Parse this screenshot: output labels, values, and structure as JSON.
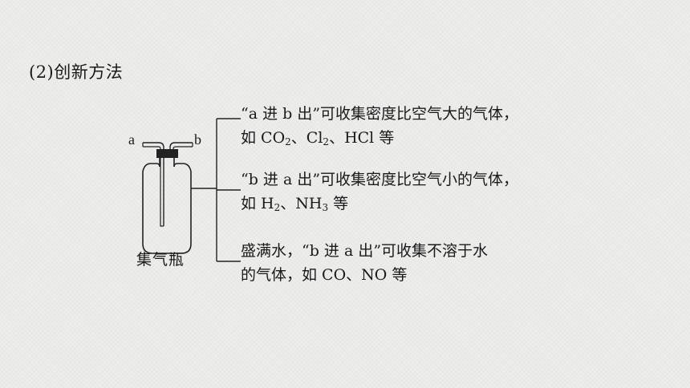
{
  "heading": "(2)创新方法",
  "diagram": {
    "inlet_label": "a",
    "outlet_label": "b",
    "caption": "集气瓶"
  },
  "items": [
    {
      "line1": "“a 进 b 出”可收集密度比空气大的气体，",
      "line2_parts": [
        "如 CO",
        "2",
        "、Cl",
        "2",
        "、HCl 等"
      ]
    },
    {
      "line1": "“b 进 a 出”可收集密度比空气小的气体，",
      "line2_parts": [
        "如 H",
        "2",
        "、NH",
        "3",
        " 等"
      ]
    },
    {
      "line1": "盛满水，“b 进 a 出”可收集不溶于水",
      "line2": "的气体，如 CO、NO 等"
    }
  ]
}
